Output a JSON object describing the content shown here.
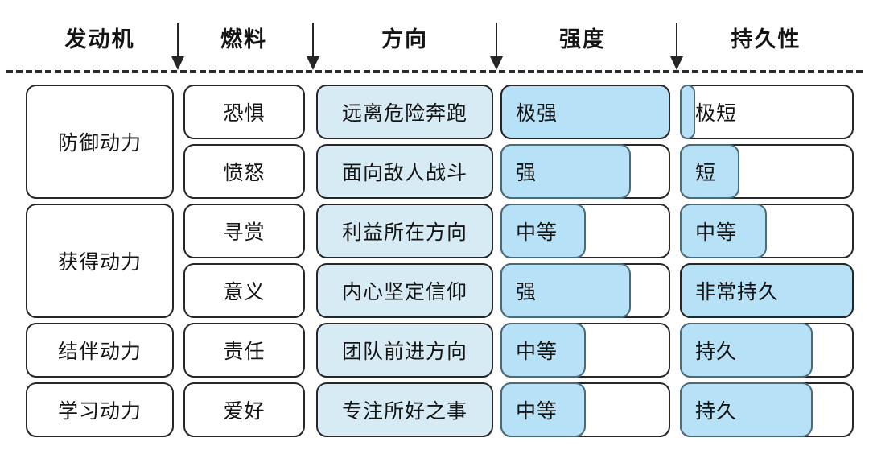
{
  "header": {
    "columns": [
      {
        "label": "发动机"
      },
      {
        "label": "燃料"
      },
      {
        "label": "方向"
      },
      {
        "label": "强度"
      },
      {
        "label": "持久性"
      }
    ],
    "arrow_icon": "arrow-down-icon",
    "divider": "dashed-divider"
  },
  "colors": {
    "bar_fill": "#b6e1f7",
    "direction_fill": "#d6ebf3",
    "outline": "#262626",
    "fill_outline": "#4a6b78",
    "background": "#ffffff",
    "text": "#141414"
  },
  "engines": [
    {
      "label": "防御动力",
      "rows": 2
    },
    {
      "label": "获得动力",
      "rows": 2
    },
    {
      "label": "结伴动力",
      "rows": 1
    },
    {
      "label": "学习动力",
      "rows": 1
    }
  ],
  "rows": [
    {
      "fuel": "恐惧",
      "direction": "远离危险奔跑",
      "intensity": {
        "label": "极强",
        "percent": 100
      },
      "duration": {
        "label": "极短",
        "percent": 7
      }
    },
    {
      "fuel": "愤怒",
      "direction": "面向敌人战斗",
      "intensity": {
        "label": "强",
        "percent": 76
      },
      "duration": {
        "label": "短",
        "percent": 33
      }
    },
    {
      "fuel": "寻赏",
      "direction": "利益所在方向",
      "intensity": {
        "label": "中等",
        "percent": 49
      },
      "duration": {
        "label": "中等",
        "percent": 49
      }
    },
    {
      "fuel": "意义",
      "direction": "内心坚定信仰",
      "intensity": {
        "label": "强",
        "percent": 76
      },
      "duration": {
        "label": "非常持久",
        "percent": 100
      }
    },
    {
      "fuel": "责任",
      "direction": "团队前进方向",
      "intensity": {
        "label": "中等",
        "percent": 49
      },
      "duration": {
        "label": "持久",
        "percent": 76
      }
    },
    {
      "fuel": "爱好",
      "direction": "专注所好之事",
      "intensity": {
        "label": "中等",
        "percent": 49
      },
      "duration": {
        "label": "持久",
        "percent": 76
      }
    }
  ]
}
